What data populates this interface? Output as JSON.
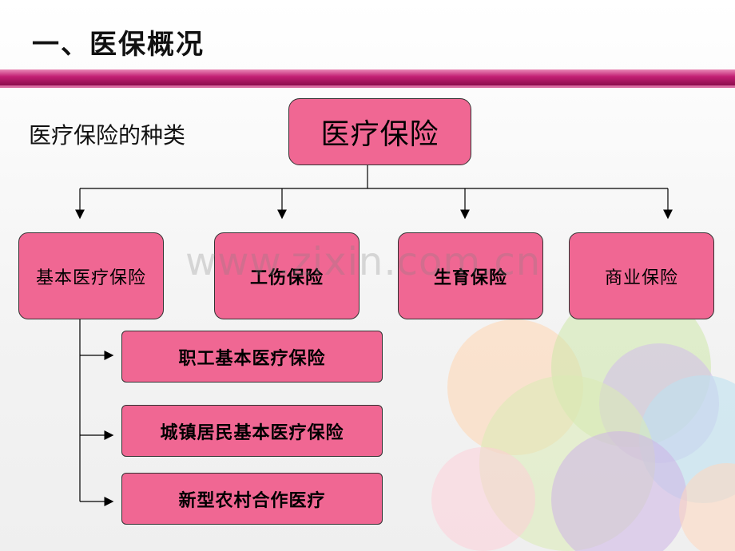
{
  "slide": {
    "title": "一、医保概况",
    "subtitle": "医疗保险的种类",
    "watermark": "www.zixin.com.cn"
  },
  "diagram": {
    "root": "医疗保险",
    "categories": [
      {
        "label": "基本医疗保险"
      },
      {
        "label": "工伤保险"
      },
      {
        "label": "生育保险"
      },
      {
        "label": "商业保险"
      }
    ],
    "sub_items": [
      {
        "label": "职工基本医疗保险"
      },
      {
        "label": "城镇居民基本医疗保险"
      },
      {
        "label": "新型农村合作医疗"
      }
    ]
  },
  "colors": {
    "box_fill": "#f06793",
    "title_bar": "#c21f73"
  }
}
